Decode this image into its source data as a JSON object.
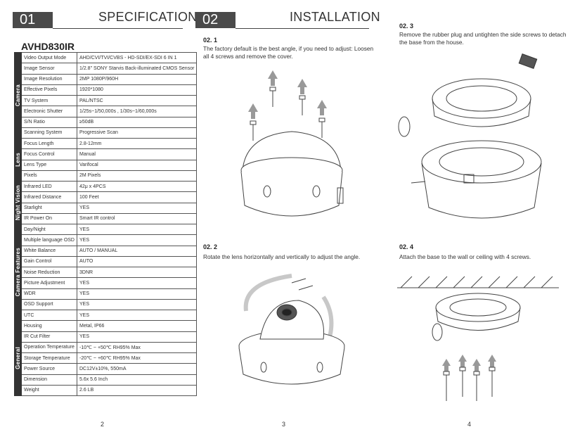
{
  "spec_page": {
    "number_box": "01",
    "title": "SPECIFICATION",
    "model": "AVHD830IR",
    "page_number": "2",
    "groups": [
      {
        "name": "Camera",
        "rows": [
          {
            "label": "Video Output Mode",
            "value": "AHD/CVI/TVI/CVBS - HD-SDI/EX-SDI 6 IN 1"
          },
          {
            "label": "Image Sensor",
            "value": "1/2.8\" SONY Starvis Back-illuminated CMOS Sensor"
          },
          {
            "label": "Image Resolution",
            "value": "2MP 1080P/960H"
          },
          {
            "label": "Effective Pixels",
            "value": "1920*1080"
          },
          {
            "label": "TV System",
            "value": "PAL/NTSC"
          },
          {
            "label": "Electronic Shutter",
            "value": "1/25s~1/50,000s , 1/30s~1/60,000s"
          },
          {
            "label": "S/N Ratio",
            "value": "≥50dB"
          },
          {
            "label": "Scanning System",
            "value": "Progressive Scan"
          }
        ]
      },
      {
        "name": "Lens",
        "rows": [
          {
            "label": "Focus Length",
            "value": "2.8-12mm"
          },
          {
            "label": "Focus Control",
            "value": "Manual"
          },
          {
            "label": "Lens Type",
            "value": "Varifocal"
          },
          {
            "label": "Pixels",
            "value": "2M Pixels"
          }
        ]
      },
      {
        "name": "Night Vision",
        "rows": [
          {
            "label": "Infrared LED",
            "value": "42μ x 4PCS"
          },
          {
            "label": "Infrared Distance",
            "value": "100 Feet"
          },
          {
            "label": "Starlight",
            "value": "YES"
          },
          {
            "label": "IR Power On",
            "value": "Smart IR control"
          }
        ]
      },
      {
        "name": "Camera Features",
        "rows": [
          {
            "label": "Day/Night",
            "value": "YES"
          },
          {
            "label": "Multiple language OSD",
            "value": "YES"
          },
          {
            "label": "White Balance",
            "value": "AUTO / MANUAL"
          },
          {
            "label": "Gain Control",
            "value": "AUTO"
          },
          {
            "label": "Noise Reduction",
            "value": "3DNR"
          },
          {
            "label": "Picture Adjustment",
            "value": "YES"
          },
          {
            "label": "WDR",
            "value": "YES"
          },
          {
            "label": "OSD Support",
            "value": "YES"
          },
          {
            "label": "UTC",
            "value": "YES"
          }
        ]
      },
      {
        "name": "General",
        "rows": [
          {
            "label": "Housing",
            "value": "Metal, IP66"
          },
          {
            "label": "IR Cut Filter",
            "value": "YES"
          },
          {
            "label": "Operation Temperature",
            "value": "-10℃ ~ +50℃ RH95% Max"
          },
          {
            "label": "Storage Temperature",
            "value": "-20℃ ~ +60℃ RH95% Max"
          },
          {
            "label": "Power Source",
            "value": "DC12V±10%, 550mA"
          },
          {
            "label": "Dimension",
            "value": "5.6x 5.6 Inch"
          },
          {
            "label": "Weight",
            "value": "2.6 LB"
          }
        ]
      }
    ]
  },
  "install_page": {
    "number_box": "02",
    "title": "INSTALLATION",
    "page_number": "3",
    "step1": {
      "heading": "02. 1",
      "text": "The factory default is the best angle, if you need to adjust: Loosen all 4 screws and remove the cover."
    },
    "step2": {
      "heading": "02. 2",
      "text": "Rotate the lens horizontally and vertically to adjust the angle."
    }
  },
  "install_page2": {
    "page_number": "4",
    "step3": {
      "heading": "02. 3",
      "text": "Remove the rubber plug and untighten the side screws to detach the base from the house."
    },
    "step4": {
      "heading": "02. 4",
      "text": "Attach the base to the wall or ceiling with 4 screws."
    }
  }
}
